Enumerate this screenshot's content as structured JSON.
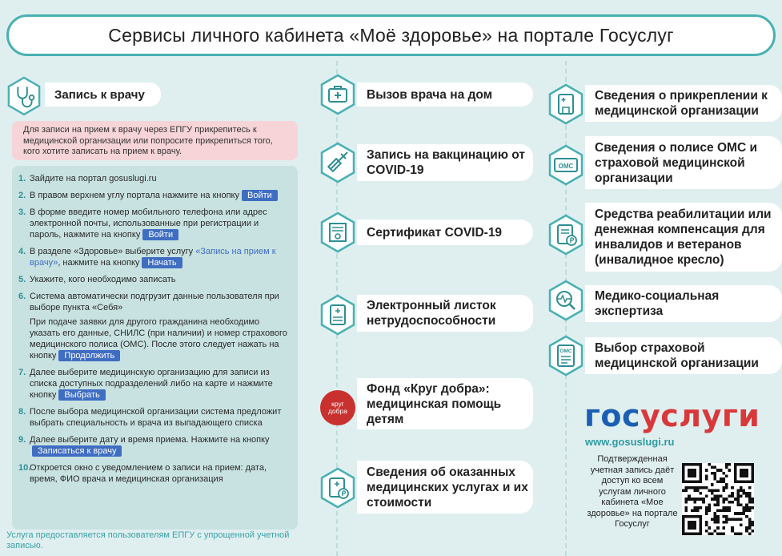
{
  "header": {
    "title": "Сервисы личного кабинета «Моё здоровье» на портале Госуслуг"
  },
  "appointment": {
    "title": "Запись к врачу",
    "notice": "Для записи на прием к врачу через ЕПГУ прикрепитесь к медицинской организации или попросите прикрепиться того, кого хотите записать на прием к врачу.",
    "steps": [
      {
        "num": "1.",
        "text": "Зайдите на портал gosuslugi.ru"
      },
      {
        "num": "2.",
        "text": "В правом верхнем углу портала нажмите на кнопку",
        "button": "Войти"
      },
      {
        "num": "3.",
        "text": "В форме введите номер мобильного телефона или адрес электронной почты, использованные при регистрации и пароль, нажмите на кнопку",
        "button": "Войти"
      },
      {
        "num": "4.",
        "text_before": "В разделе «Здоровье» выберите услугу ",
        "link": "«Запись на прием к врачу»",
        "text_after": ", нажмите на кнопку",
        "button": "Начать"
      },
      {
        "num": "5.",
        "text": "Укажите, кого необходимо записать"
      },
      {
        "num": "6.",
        "text": "Система автоматически подгрузит данные пользователя при выборе пункта «Себя»",
        "text2": "При подаче заявки для другого гражданина необходимо указать его данные, СНИЛС (при наличии) и номер страхового медицинского полиса (ОМС). После этого следует нажать на кнопку",
        "button": "Продолжить"
      },
      {
        "num": "7.",
        "text": "Далее выберите медицинскую организацию для записи из списка доступных подразделений либо на карте и нажмите кнопку",
        "button": "Выбрать"
      },
      {
        "num": "8.",
        "text": "После выбора медицинской организации система предложит выбрать специальность и врача из выпадающего списка"
      },
      {
        "num": "9.",
        "text": "Далее выберите дату и время приема. Нажмите на кнопку",
        "button": "Записаться к врачу"
      },
      {
        "num": "10.",
        "text": "Откроется окно с уведомлением о записи на прием: дата, время, ФИО врача и медицинская организация"
      }
    ],
    "footnote": "Услуга предоставляется пользователям ЕПГУ с упрощенной учетной записью."
  },
  "services_mid": [
    {
      "label": "Вызов врача на дом",
      "icon": "medical-case-icon"
    },
    {
      "label": "Запись на вакцинацию от COVID-19",
      "icon": "syringe-icon"
    },
    {
      "label": "Сертификат COVID-19",
      "icon": "certificate-icon"
    },
    {
      "label": "Электронный листок нетрудоспособности",
      "icon": "sick-leave-icon"
    },
    {
      "label": "Фонд «Круг добра»: медицинская помощь детям",
      "icon": "krug-dobra-logo"
    },
    {
      "label": "Сведения об оказанных медицинских услугах и их стоимости",
      "icon": "invoice-icon"
    }
  ],
  "krug_dobra_logo": {
    "line1": "круг",
    "line2": "добра"
  },
  "services_right": [
    {
      "label": "Сведения о прикреплении к медицинской организации",
      "icon": "hospital-document-icon"
    },
    {
      "label": "Сведения о полисе ОМС и страховой медицинской организации",
      "icon": "oms-card-icon"
    },
    {
      "label": "Средства реабилитации или денежная компенсация для инвалидов и ветеранов (инвалидное кресло)",
      "icon": "compensation-icon"
    },
    {
      "label": "Медико-социальная экспертиза",
      "icon": "magnifier-pulse-icon"
    },
    {
      "label": "Выбор страховой медицинской организации",
      "icon": "oms-document-icon"
    }
  ],
  "gosuslugi": {
    "logo_part1": "гос",
    "logo_part2": "услуги",
    "url": "www.gosuslugi.ru",
    "confirm_text": "Подтвержденная учетная запись даёт доступ ко всем услугам личного кабинета «Мое здоровье» на портале Госуслуг"
  },
  "colors": {
    "teal": "#49b0b3",
    "background": "#dfeff0",
    "button_blue": "#3f6dc2",
    "notice_pink": "#f6d4d7",
    "steps_panel": "#c8e2e1",
    "logo_blue": "#1a5fb4",
    "logo_red": "#d9383a"
  }
}
